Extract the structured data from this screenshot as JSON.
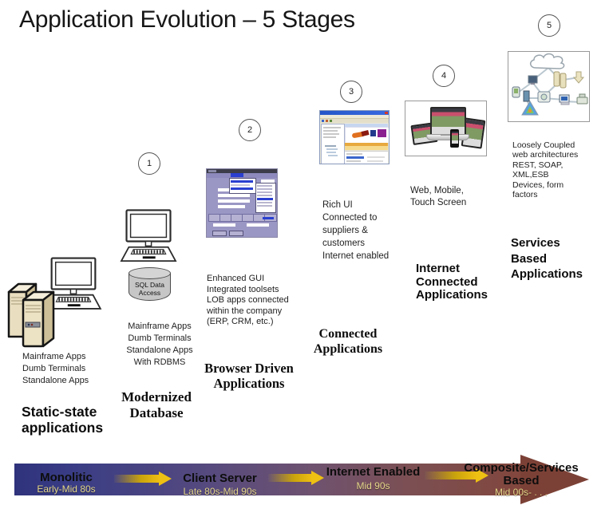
{
  "title": "Application Evolution – 5 Stages",
  "stages": [
    {
      "name": "static-state-applications",
      "badge": "",
      "caption": "Mainframe Apps\nDumb Terminals\nStandalone Apps",
      "label": "Static-state\napplications"
    },
    {
      "name": "modernized-database",
      "badge": "1",
      "caption": "Mainframe Apps\nDumb Terminals\nStandalone Apps\nWith RDBMS",
      "label": "Modernized\nDatabase",
      "database_label": "SQL Data\nAccess"
    },
    {
      "name": "browser-driven-applications",
      "badge": "2",
      "caption": "Enhanced GUI\nIntegrated toolsets\nLOB apps connected\nwithin the company\n(ERP, CRM, etc.)",
      "label": "Browser Driven\nApplications"
    },
    {
      "name": "connected-applications",
      "badge": "3",
      "caption": "Rich UI\nConnected to\nsuppliers &\ncustomers\nInternet enabled",
      "label": "Connected\nApplications"
    },
    {
      "name": "internet-connected-applications",
      "badge": "4",
      "caption": "Web, Mobile,\nTouch Screen",
      "label": "Internet\nConnected\nApplications"
    },
    {
      "name": "services-based-applications",
      "badge": "5",
      "caption": "Loosely Coupled\nweb architectures\nREST, SOAP,\nXML,ESB\nDevices, form\nfactors",
      "label": "Services\nBased\nApplications"
    }
  ],
  "timeline": {
    "phases": [
      {
        "name": "Monolitic",
        "era": "Early-Mid 80s"
      },
      {
        "name": "Client Server",
        "era": "Late 80s-Mid 90s"
      },
      {
        "name": "Internet Enabled",
        "era": "Mid 90s"
      },
      {
        "name": "Composite/Services\nBased",
        "era": "Mid 00s- . . ."
      }
    ],
    "colors": {
      "bar_start": "#2f337b",
      "bar_mid": "#6e5270",
      "bar_end": "#82463c",
      "arrowhead": "#7c4136",
      "era_text": "#e5d78a",
      "marker_gold": "#eec013",
      "name_text": "#0d0d0d"
    }
  },
  "images": {
    "stage0": "mainframe-server-and-terminal",
    "stage1": "terminal-and-sql-database",
    "stage2": "lob-desktop-app-screenshot",
    "stage3": "rich-internet-app-screenshot",
    "stage4": "responsive-web-devices",
    "stage5": "soa-cloud-network"
  }
}
